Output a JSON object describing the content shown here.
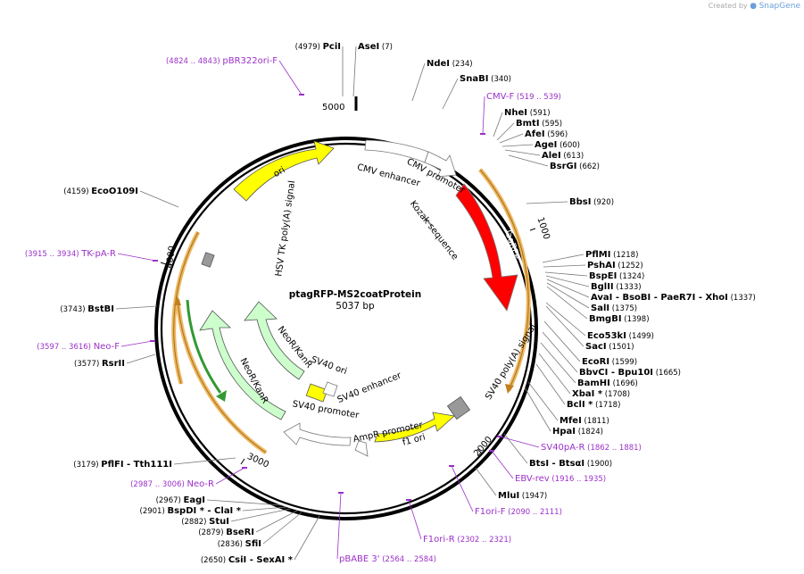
{
  "credit": {
    "prefix": "Created by",
    "brand": "SnapGene"
  },
  "plasmid": {
    "name": "ptagRFP-MS2coatProtein",
    "size_label": "5037 bp",
    "length": 5037
  },
  "ticks": [
    "1000",
    "2000",
    "3000",
    "4000",
    "5000"
  ],
  "colors": {
    "enzyme": "#000000",
    "primer": "#9b30c8",
    "ori": "#ffff00",
    "tagrfp": "#ff0000",
    "neor": "#ccffcc",
    "primer_band": "#f0b860",
    "polya": "#999999"
  },
  "features": {
    "ori": "ori",
    "cmv_enhancer": "CMV enhancer",
    "cmv_promoter": "CMV promoter",
    "tagrfp": "TagRFP",
    "kozak": "Kozak sequence",
    "sv40_polya": "SV40 poly(A) signal",
    "f1_ori": "f1 ori",
    "ampr_promoter": "AmpR promoter",
    "sv40_promoter": "SV40 promoter",
    "sv40_enhancer": "SV40 enhancer",
    "sv40_ori": "SV40 ori",
    "neor_inner": "NeoR/KanR",
    "neor_outer": "NeoR/KanR",
    "hsv_polya": "HSV TK poly(A) signal"
  },
  "enzymes": [
    {
      "pos": "(4979)",
      "name": "PciI"
    },
    {
      "name": "AseI",
      "pos": "(7)"
    },
    {
      "name": "NdeI",
      "pos": "(234)"
    },
    {
      "name": "SnaBI",
      "pos": "(340)"
    },
    {
      "name": "NheI",
      "pos": "(591)"
    },
    {
      "name": "BmtI",
      "pos": "(595)"
    },
    {
      "name": "AfeI",
      "pos": "(596)"
    },
    {
      "name": "AgeI",
      "pos": "(600)"
    },
    {
      "name": "AleI",
      "pos": "(613)"
    },
    {
      "name": "BsrGI",
      "pos": "(662)"
    },
    {
      "name": "BbsI",
      "pos": "(920)"
    },
    {
      "name": "PflMI",
      "pos": "(1218)"
    },
    {
      "name": "PshAI",
      "pos": "(1252)"
    },
    {
      "name": "BspEI",
      "pos": "(1324)"
    },
    {
      "name": "BglII",
      "pos": "(1333)"
    },
    {
      "name": "AvaI  -  BsoBI  -  PaeR7I  -  XhoI",
      "pos": "(1337)"
    },
    {
      "name": "SalI",
      "pos": "(1375)"
    },
    {
      "name": "BmgBI",
      "pos": "(1398)"
    },
    {
      "name": "Eco53kI",
      "pos": "(1499)"
    },
    {
      "name": "SacI",
      "pos": "(1501)"
    },
    {
      "name": "EcoRI",
      "pos": "(1599)"
    },
    {
      "name": "BbvCI  -  Bpu10I",
      "pos": "(1665)"
    },
    {
      "name": "BamHI",
      "pos": "(1696)"
    },
    {
      "name": "XbaI *",
      "pos": "(1708)"
    },
    {
      "name": "BclI *",
      "pos": "(1718)"
    },
    {
      "name": "MfeI",
      "pos": "(1811)"
    },
    {
      "name": "HpaI",
      "pos": "(1824)"
    },
    {
      "name": "BtsI  -  BtsαI",
      "pos": "(1900)"
    },
    {
      "name": "MluI",
      "pos": "(1947)"
    },
    {
      "pos": "(2650)",
      "name": "CsiI  -  SexAI *"
    },
    {
      "pos": "(2836)",
      "name": "SfiI"
    },
    {
      "pos": "(2879)",
      "name": "BseRI"
    },
    {
      "pos": "(2882)",
      "name": "StuI"
    },
    {
      "pos": "(2901)",
      "name": "BspDI *  -  ClaI *"
    },
    {
      "pos": "(2967)",
      "name": "EagI"
    },
    {
      "pos": "(3179)",
      "name": "PflFI  -  Tth111I"
    },
    {
      "pos": "(3577)",
      "name": "RsrII"
    },
    {
      "pos": "(3743)",
      "name": "BstBI"
    },
    {
      "pos": "(4159)",
      "name": "EcoO109I"
    }
  ],
  "primers": [
    {
      "pos": "(4824 .. 4843)",
      "name": "pBR322ori-F"
    },
    {
      "name": "CMV-F",
      "pos": "(519 .. 539)"
    },
    {
      "name": "SV40pA-R",
      "pos": "(1862 .. 1881)"
    },
    {
      "name": "EBV-rev",
      "pos": "(1916 .. 1935)"
    },
    {
      "name": "F1ori-F",
      "pos": "(2090 .. 2111)"
    },
    {
      "name": "F1ori-R",
      "pos": "(2302 .. 2321)"
    },
    {
      "name": "pBABE 3'",
      "pos": "(2564 .. 2584)"
    },
    {
      "pos": "(2987 .. 3006)",
      "name": "Neo-R"
    },
    {
      "pos": "(3597 .. 3616)",
      "name": "Neo-F"
    },
    {
      "pos": "(3915 .. 3934)",
      "name": "TK-pA-R"
    }
  ]
}
